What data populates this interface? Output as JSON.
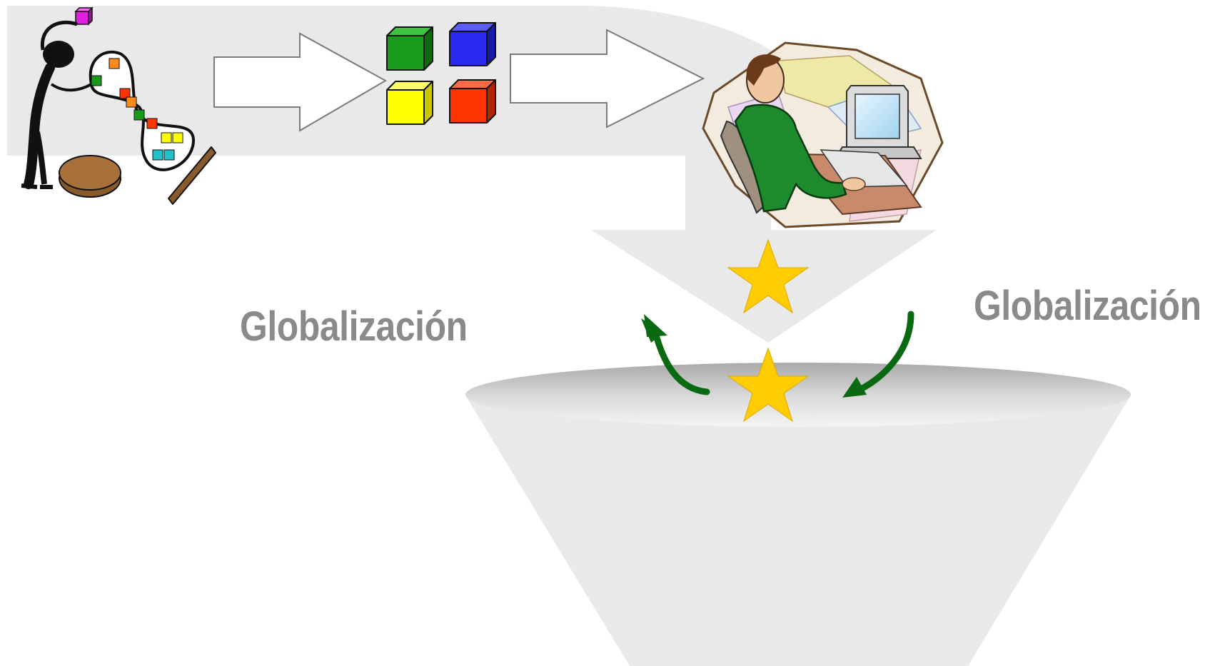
{
  "labels": {
    "left": "Globalización",
    "right": "Globalización"
  },
  "colors": {
    "band": "#e9e9e9",
    "label": "#8a8a8a",
    "star": "#ffcc00",
    "cycle_arrow": "#0a6a12",
    "cube_green": "#1a9a1a",
    "cube_blue": "#2a2af0",
    "cube_yellow": "#ffff00",
    "cube_red": "#ff3300"
  },
  "icons": {
    "craftsperson": "person-arranging-cubes-clipart",
    "cube_grid": "four-colored-cubes",
    "office_worker": "man-at-computer-clipart",
    "stars": "star-icon",
    "cycle": "circular-arrows-icon",
    "funnel": "funnel-shape"
  }
}
